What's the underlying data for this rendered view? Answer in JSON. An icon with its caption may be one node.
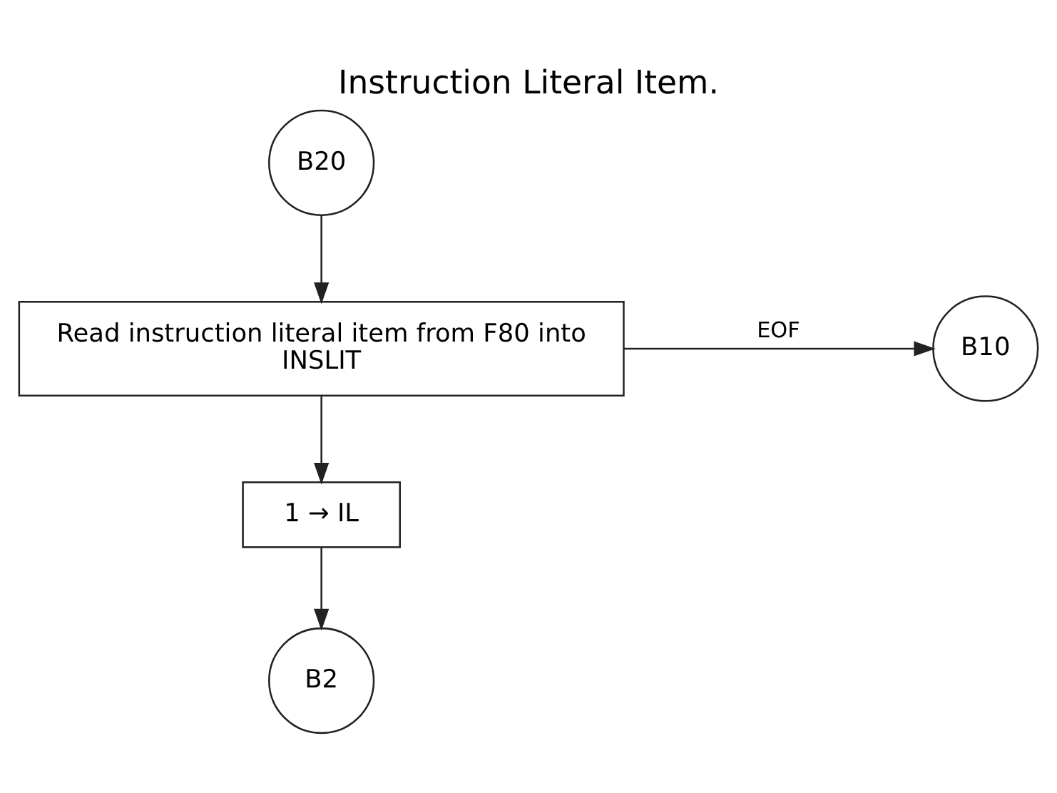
{
  "diagram": {
    "title": "Instruction Literal Item.",
    "nodes": [
      {
        "text": [
          "B20"
        ]
      },
      {
        "text": [
          "Read instruction literal item from F80 into",
          "INSLIT"
        ]
      },
      {
        "text": [
          "1 → IL"
        ]
      },
      {
        "text": [
          "B10"
        ]
      },
      {
        "text": [
          "B2"
        ]
      }
    ],
    "edges": [
      {
        "from": 0,
        "to": 1,
        "arrow": "to"
      },
      {
        "from": 1,
        "to": 3,
        "arrow": "to",
        "label": "EOF"
      },
      {
        "from": 1,
        "to": 2,
        "arrow": "to"
      },
      {
        "from": 2,
        "to": 4,
        "arrow": "to"
      }
    ]
  }
}
